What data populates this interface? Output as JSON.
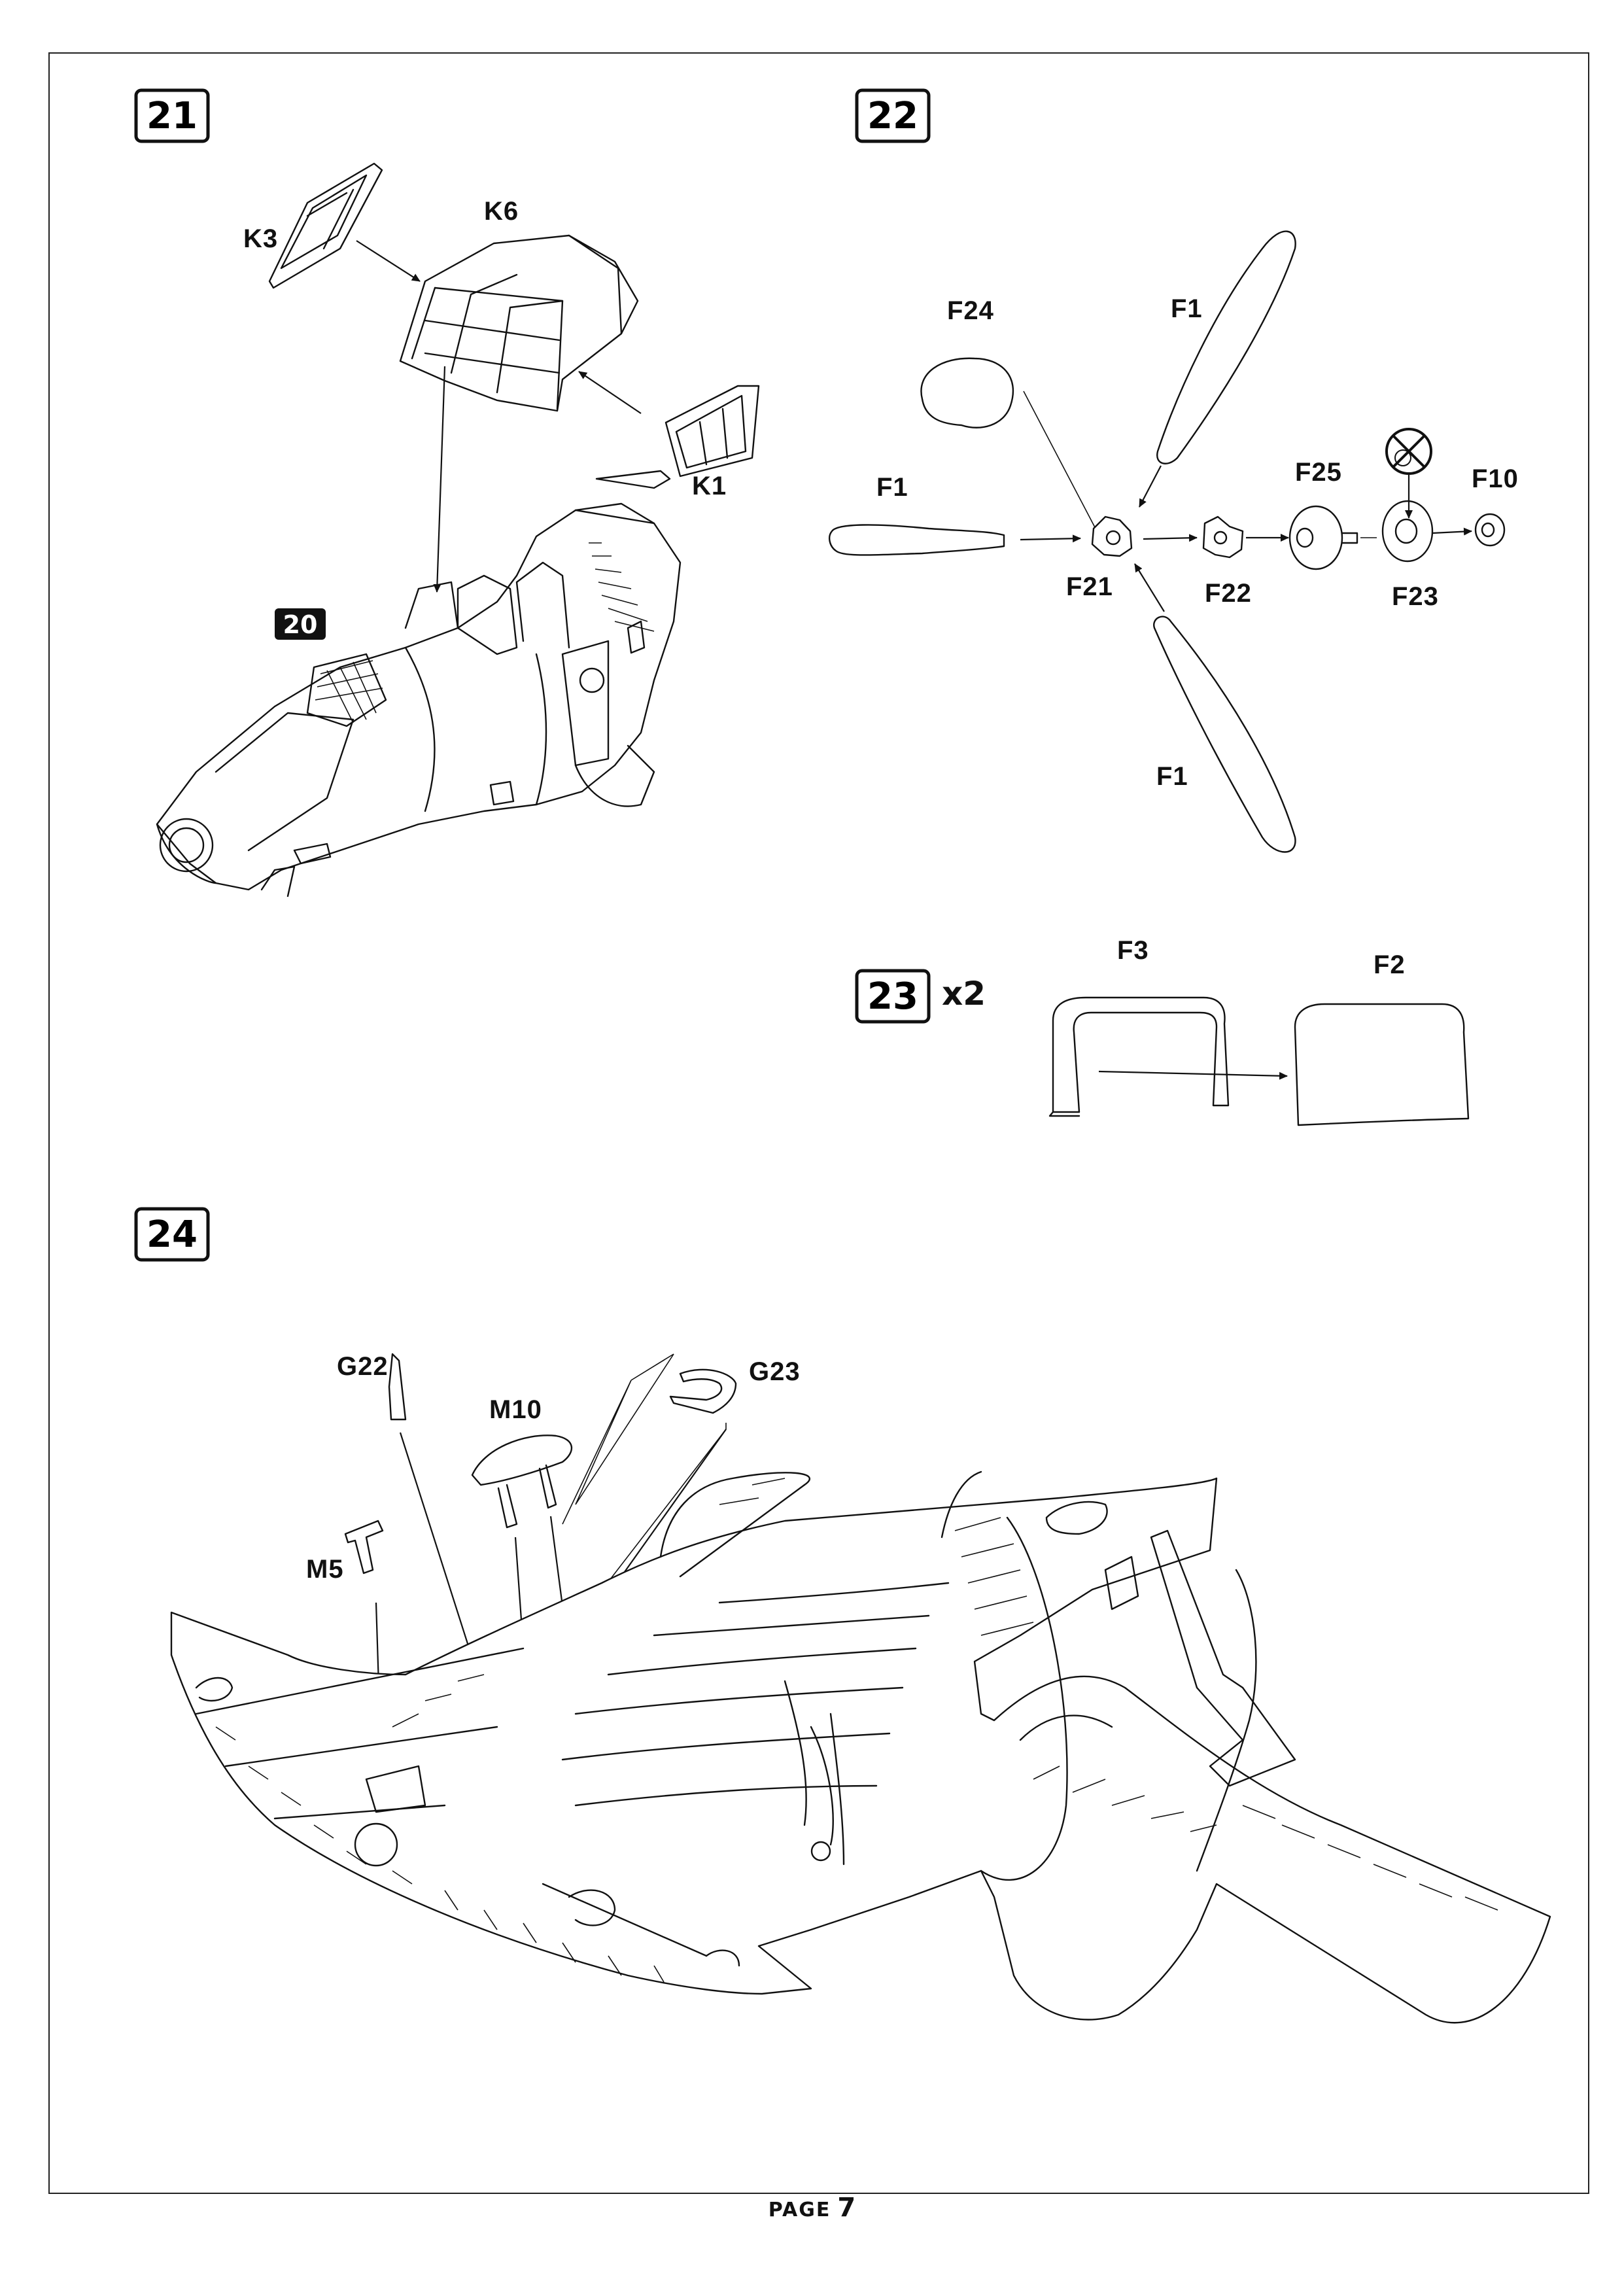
{
  "steps": [
    {
      "number": "21"
    },
    {
      "number": "22"
    },
    {
      "number": "23",
      "multiplier": "x2"
    },
    {
      "number": "24"
    }
  ],
  "ref_step": "20",
  "parts": {
    "step21": [
      "K3",
      "K6",
      "K1"
    ],
    "step22": [
      "F24",
      "F1",
      "F1",
      "F1",
      "F25",
      "F10",
      "F21",
      "F22",
      "F23"
    ],
    "step23": [
      "F3",
      "F2"
    ],
    "step24": [
      "G22",
      "G23",
      "M10",
      "M5"
    ]
  },
  "footer": {
    "page_word": "PAGE",
    "page_number": "7"
  }
}
